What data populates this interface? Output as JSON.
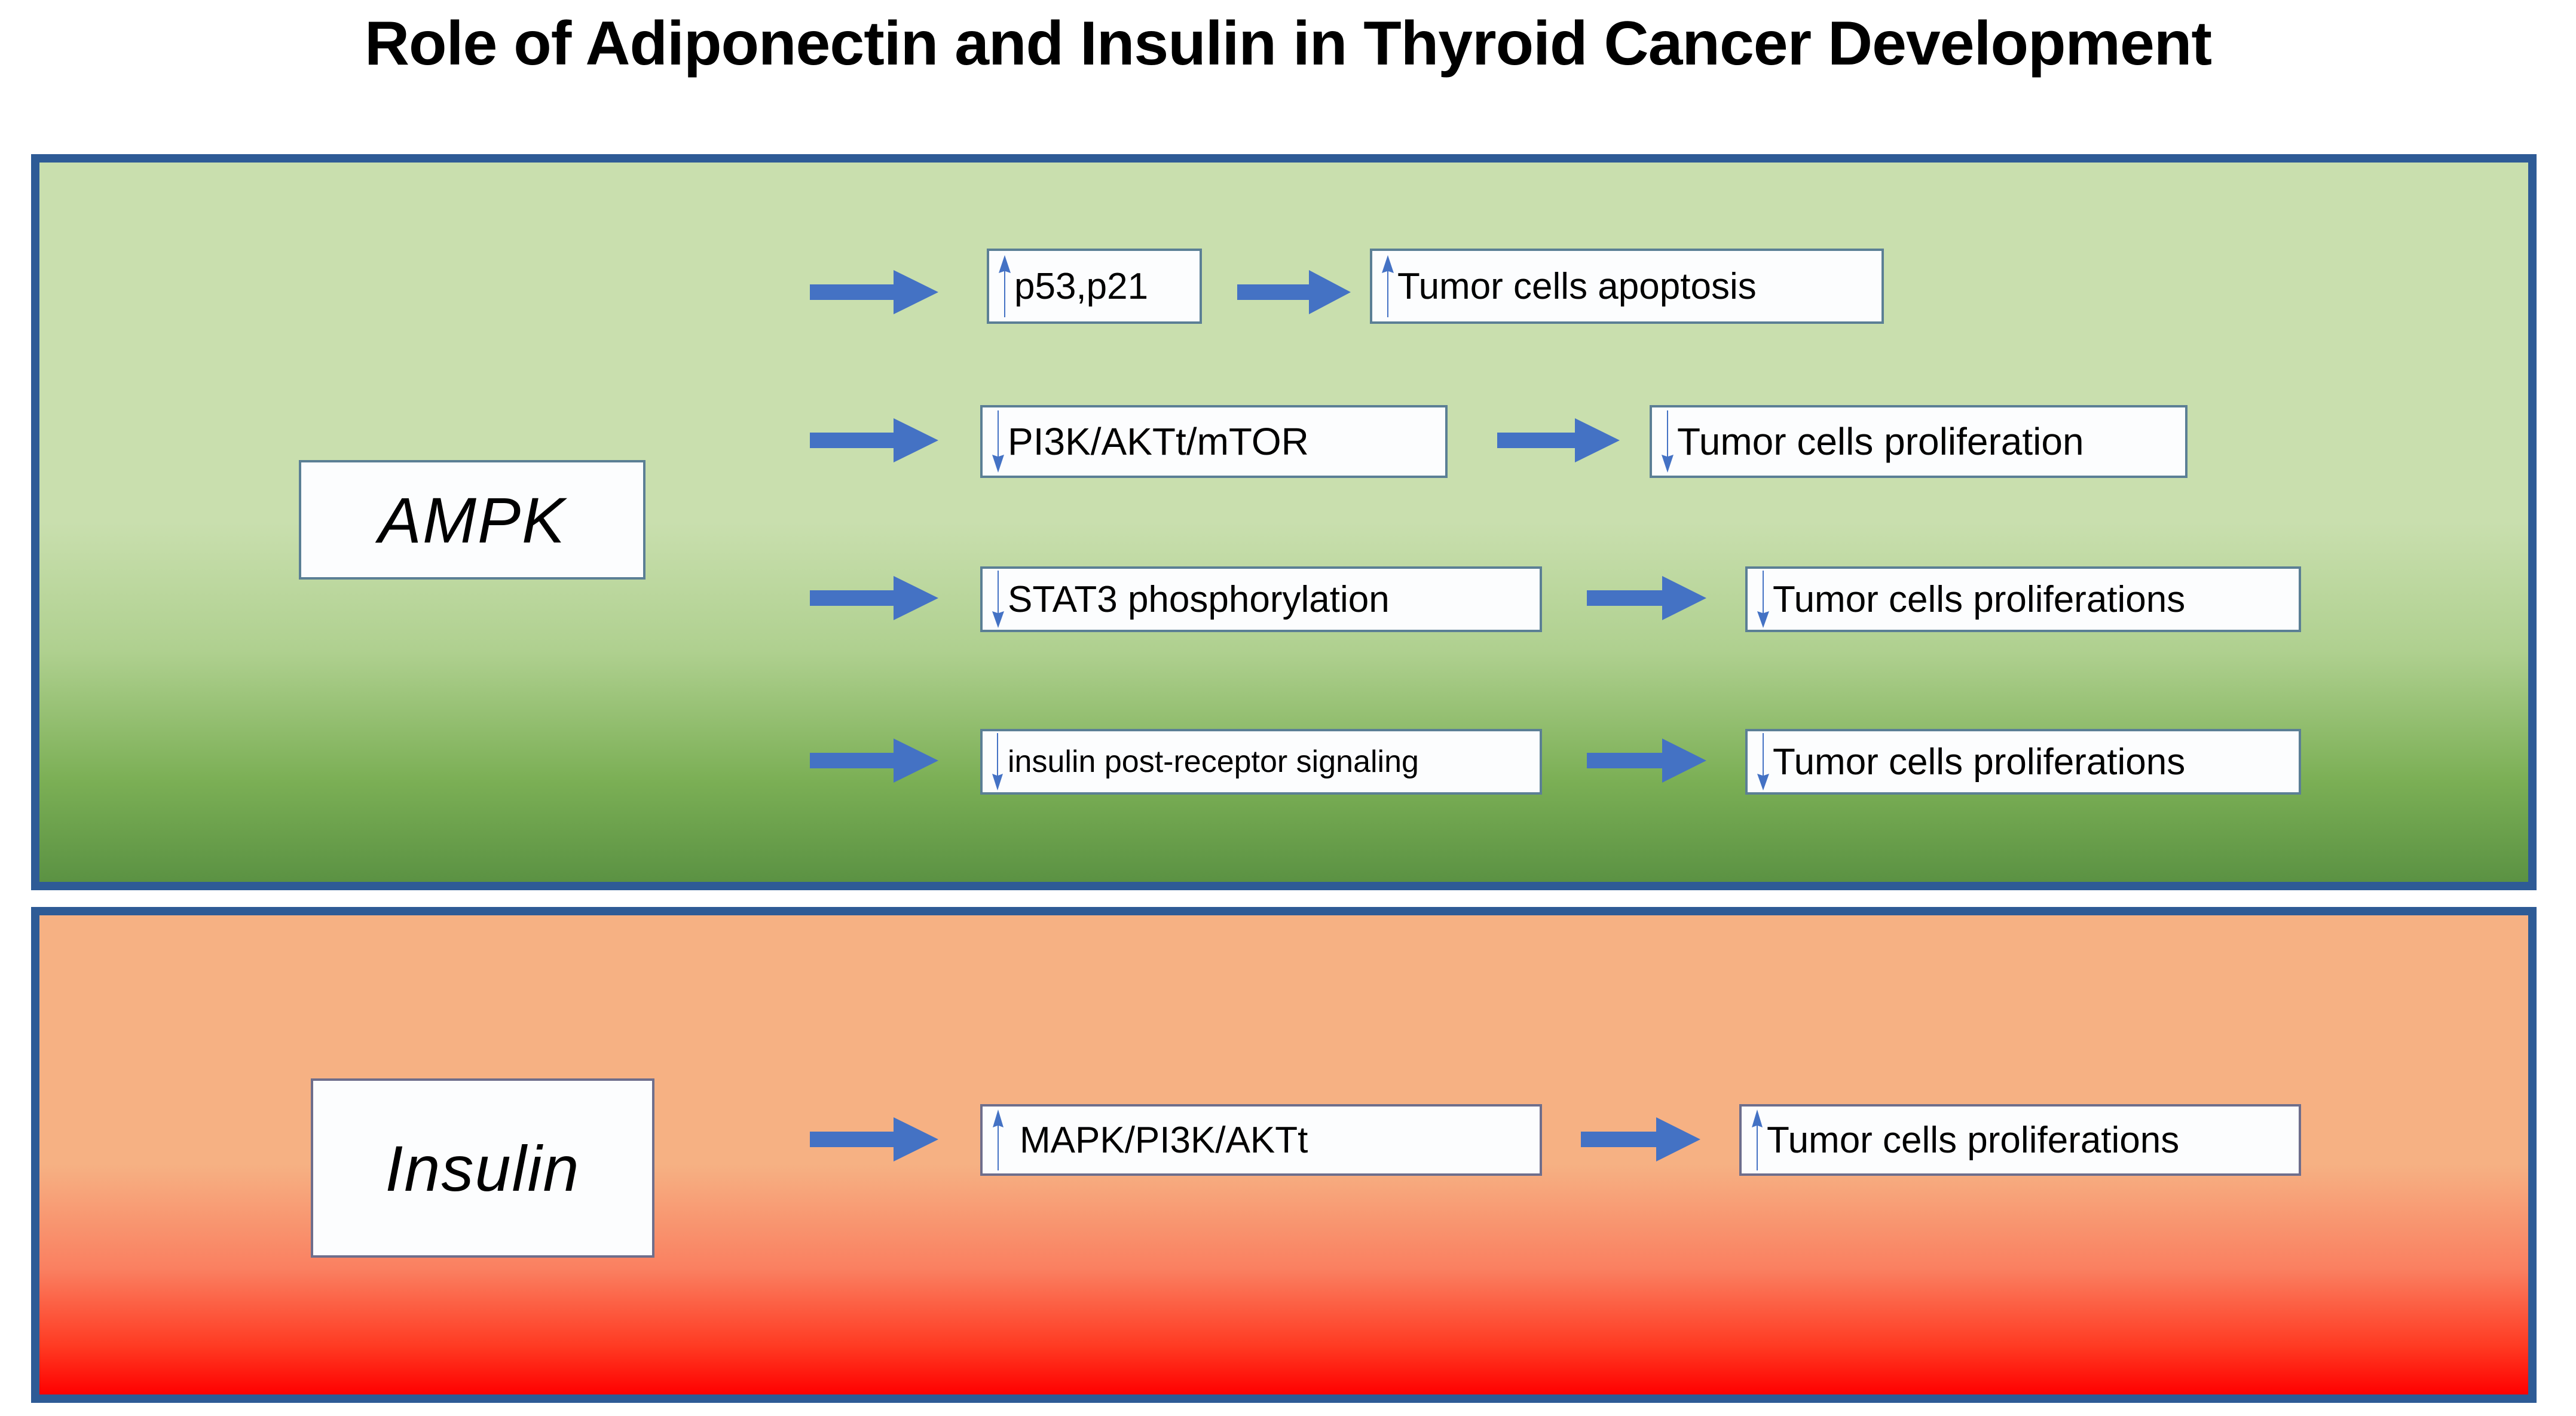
{
  "title": "Role of Adiponectin and Insulin in Thyroid Cancer Development",
  "colors": {
    "panel_border": "#2E5B96",
    "box_border_green": "#5B7F95",
    "box_border_orange": "#6E6E8C",
    "box_fill": "#FCFDFE",
    "connector_arrow": "#4472C4",
    "indicator_arrow": "#4472C4",
    "green_panel_top": "#C9DFAE",
    "green_panel_bottom": "#5B9243",
    "orange_panel_top": "#F6B183",
    "orange_panel_bottom": "#FF0000",
    "title_text": "#000000"
  },
  "panels": [
    {
      "id": "adiponectin-ampk-panel",
      "source": {
        "label": "AMPK"
      },
      "rows": [
        {
          "mediator": {
            "label": "p53,p21",
            "indicator": "up"
          },
          "outcome": {
            "label": "Tumor cells apoptosis",
            "indicator": "up"
          }
        },
        {
          "mediator": {
            "label": "PI3K/AKTt/mTOR",
            "indicator": "down"
          },
          "outcome": {
            "label": "Tumor cells proliferation",
            "indicator": "down"
          }
        },
        {
          "mediator": {
            "label": "STAT3 phosphorylation",
            "indicator": "down"
          },
          "outcome": {
            "label": "Tumor cells proliferations",
            "indicator": "down"
          }
        },
        {
          "mediator": {
            "label": "insulin post-receptor signaling",
            "indicator": "down"
          },
          "outcome": {
            "label": "Tumor cells proliferations",
            "indicator": "down"
          }
        }
      ]
    },
    {
      "id": "insulin-panel",
      "source": {
        "label": "Insulin"
      },
      "rows": [
        {
          "mediator": {
            "label": "MAPK/PI3K/AKTt",
            "indicator": "up"
          },
          "outcome": {
            "label": "Tumor cells proliferations",
            "indicator": "up"
          }
        }
      ]
    }
  ],
  "icons": {
    "connector": "right-block-arrow-icon",
    "increase": "up-arrow-icon",
    "decrease": "down-arrow-icon"
  }
}
